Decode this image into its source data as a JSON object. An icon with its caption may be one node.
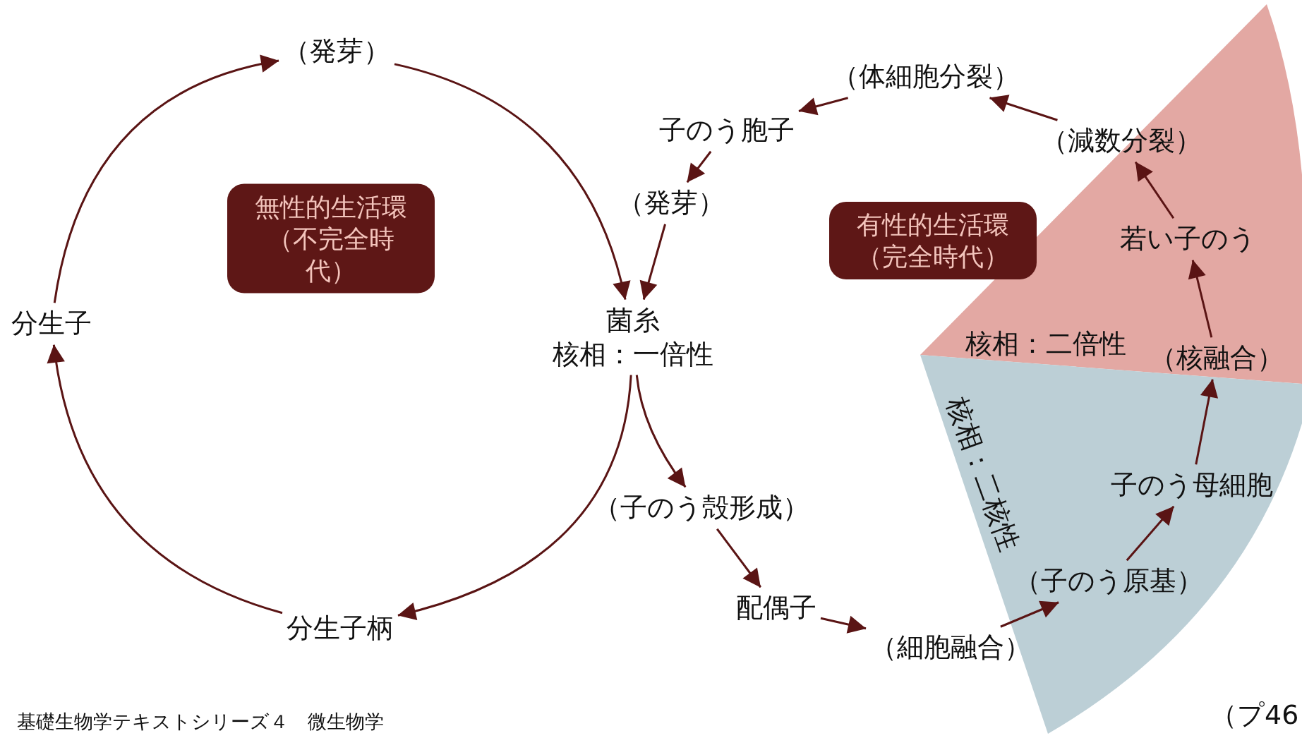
{
  "diagram": {
    "caption": "基礎生物学テキストシリーズ４　微生物学",
    "nodes": [
      {
        "text": [
          "（発芽）"
        ]
      },
      {
        "text": [
          "分生子"
        ]
      },
      {
        "text": [
          "分生子柄"
        ]
      },
      {
        "text": [
          "無性的生活環（不完全時代）"
        ]
      },
      {
        "text": [
          "菌糸",
          "核相：一倍性"
        ]
      },
      {
        "text": [
          "（体細胞分裂）"
        ]
      },
      {
        "text": [
          "子のう胞子"
        ]
      },
      {
        "text": [
          "（発芽）"
        ]
      },
      {
        "text": [
          "（減数分裂）"
        ]
      },
      {
        "text": [
          "若い子のう"
        ]
      },
      {
        "text": [
          "有性的生活環（完全時代）"
        ]
      },
      {
        "text": [
          "（核融合）"
        ]
      },
      {
        "text": [
          "子のう母細胞"
        ]
      },
      {
        "text": [
          "（子のう原基）"
        ]
      },
      {
        "text": [
          "（細胞融合）"
        ]
      },
      {
        "text": [
          "配偶子"
        ]
      },
      {
        "text": [
          "（子のう殻形成）"
        ]
      }
    ],
    "edges": [
      {
        "from": 2,
        "to": 1,
        "arrow": "to"
      },
      {
        "from": 1,
        "to": 0,
        "arrow": "to"
      },
      {
        "from": 0,
        "to": 4,
        "arrow": "to"
      },
      {
        "from": 4,
        "to": 2,
        "arrow": "to"
      },
      {
        "from": 4,
        "to": 16,
        "arrow": "to"
      },
      {
        "from": 16,
        "to": 15,
        "arrow": "to"
      },
      {
        "from": 15,
        "to": 14,
        "arrow": "to"
      },
      {
        "from": 14,
        "to": 13,
        "arrow": "to"
      },
      {
        "from": 13,
        "to": 12,
        "arrow": "to"
      },
      {
        "from": 12,
        "to": 11,
        "arrow": "to"
      },
      {
        "from": 11,
        "to": 9,
        "arrow": "to"
      },
      {
        "from": 9,
        "to": 8,
        "arrow": "to"
      },
      {
        "from": 8,
        "to": 5,
        "arrow": "to"
      },
      {
        "from": 5,
        "to": 6,
        "arrow": "to"
      },
      {
        "from": 6,
        "to": 7,
        "arrow": "to"
      },
      {
        "from": 7,
        "to": 4,
        "arrow": "to"
      }
    ],
    "labels": [
      "核相：二倍性",
      "核相：二核性",
      "（プ46"
    ]
  }
}
